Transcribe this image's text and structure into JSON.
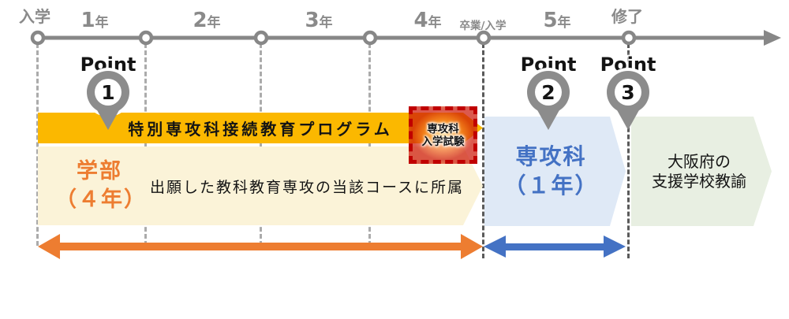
{
  "timeline": {
    "start_label": "入学",
    "years": [
      {
        "num": "1",
        "suffix": "年"
      },
      {
        "num": "2",
        "suffix": "年"
      },
      {
        "num": "3",
        "suffix": "年"
      },
      {
        "num": "4",
        "suffix": "年"
      },
      {
        "num": "5",
        "suffix": "年"
      }
    ],
    "graduation_label": "卒業/入学",
    "completion_label": "修了"
  },
  "points": [
    {
      "label": "Point",
      "number": "1"
    },
    {
      "label": "Point",
      "number": "2"
    },
    {
      "label": "Point",
      "number": "3"
    }
  ],
  "program_bar": {
    "label": "特別専攻科接続教育プログラム"
  },
  "exam_box": {
    "line1": "専攻科",
    "line2": "入学試験"
  },
  "faculty_box": {
    "title_line1": "学部",
    "title_line2": "（４年）",
    "description": "出願した教科教育専攻の当該コースに所属"
  },
  "advanced_box": {
    "line1": "専攻科",
    "line2": "（１年）"
  },
  "outcome_box": {
    "line1": "大阪府の",
    "line2": "支援学校教諭"
  },
  "colors": {
    "gold": "#FBB800",
    "cream": "#FBF3D8",
    "orange_accent": "#ED7D31",
    "blue_accent": "#4472C4",
    "light_blue": "#DFE9F6",
    "light_green": "#E8EFE2",
    "red": "#C00000",
    "timeline_gray": "#878787",
    "pin_gray": "#8C8C8C"
  }
}
